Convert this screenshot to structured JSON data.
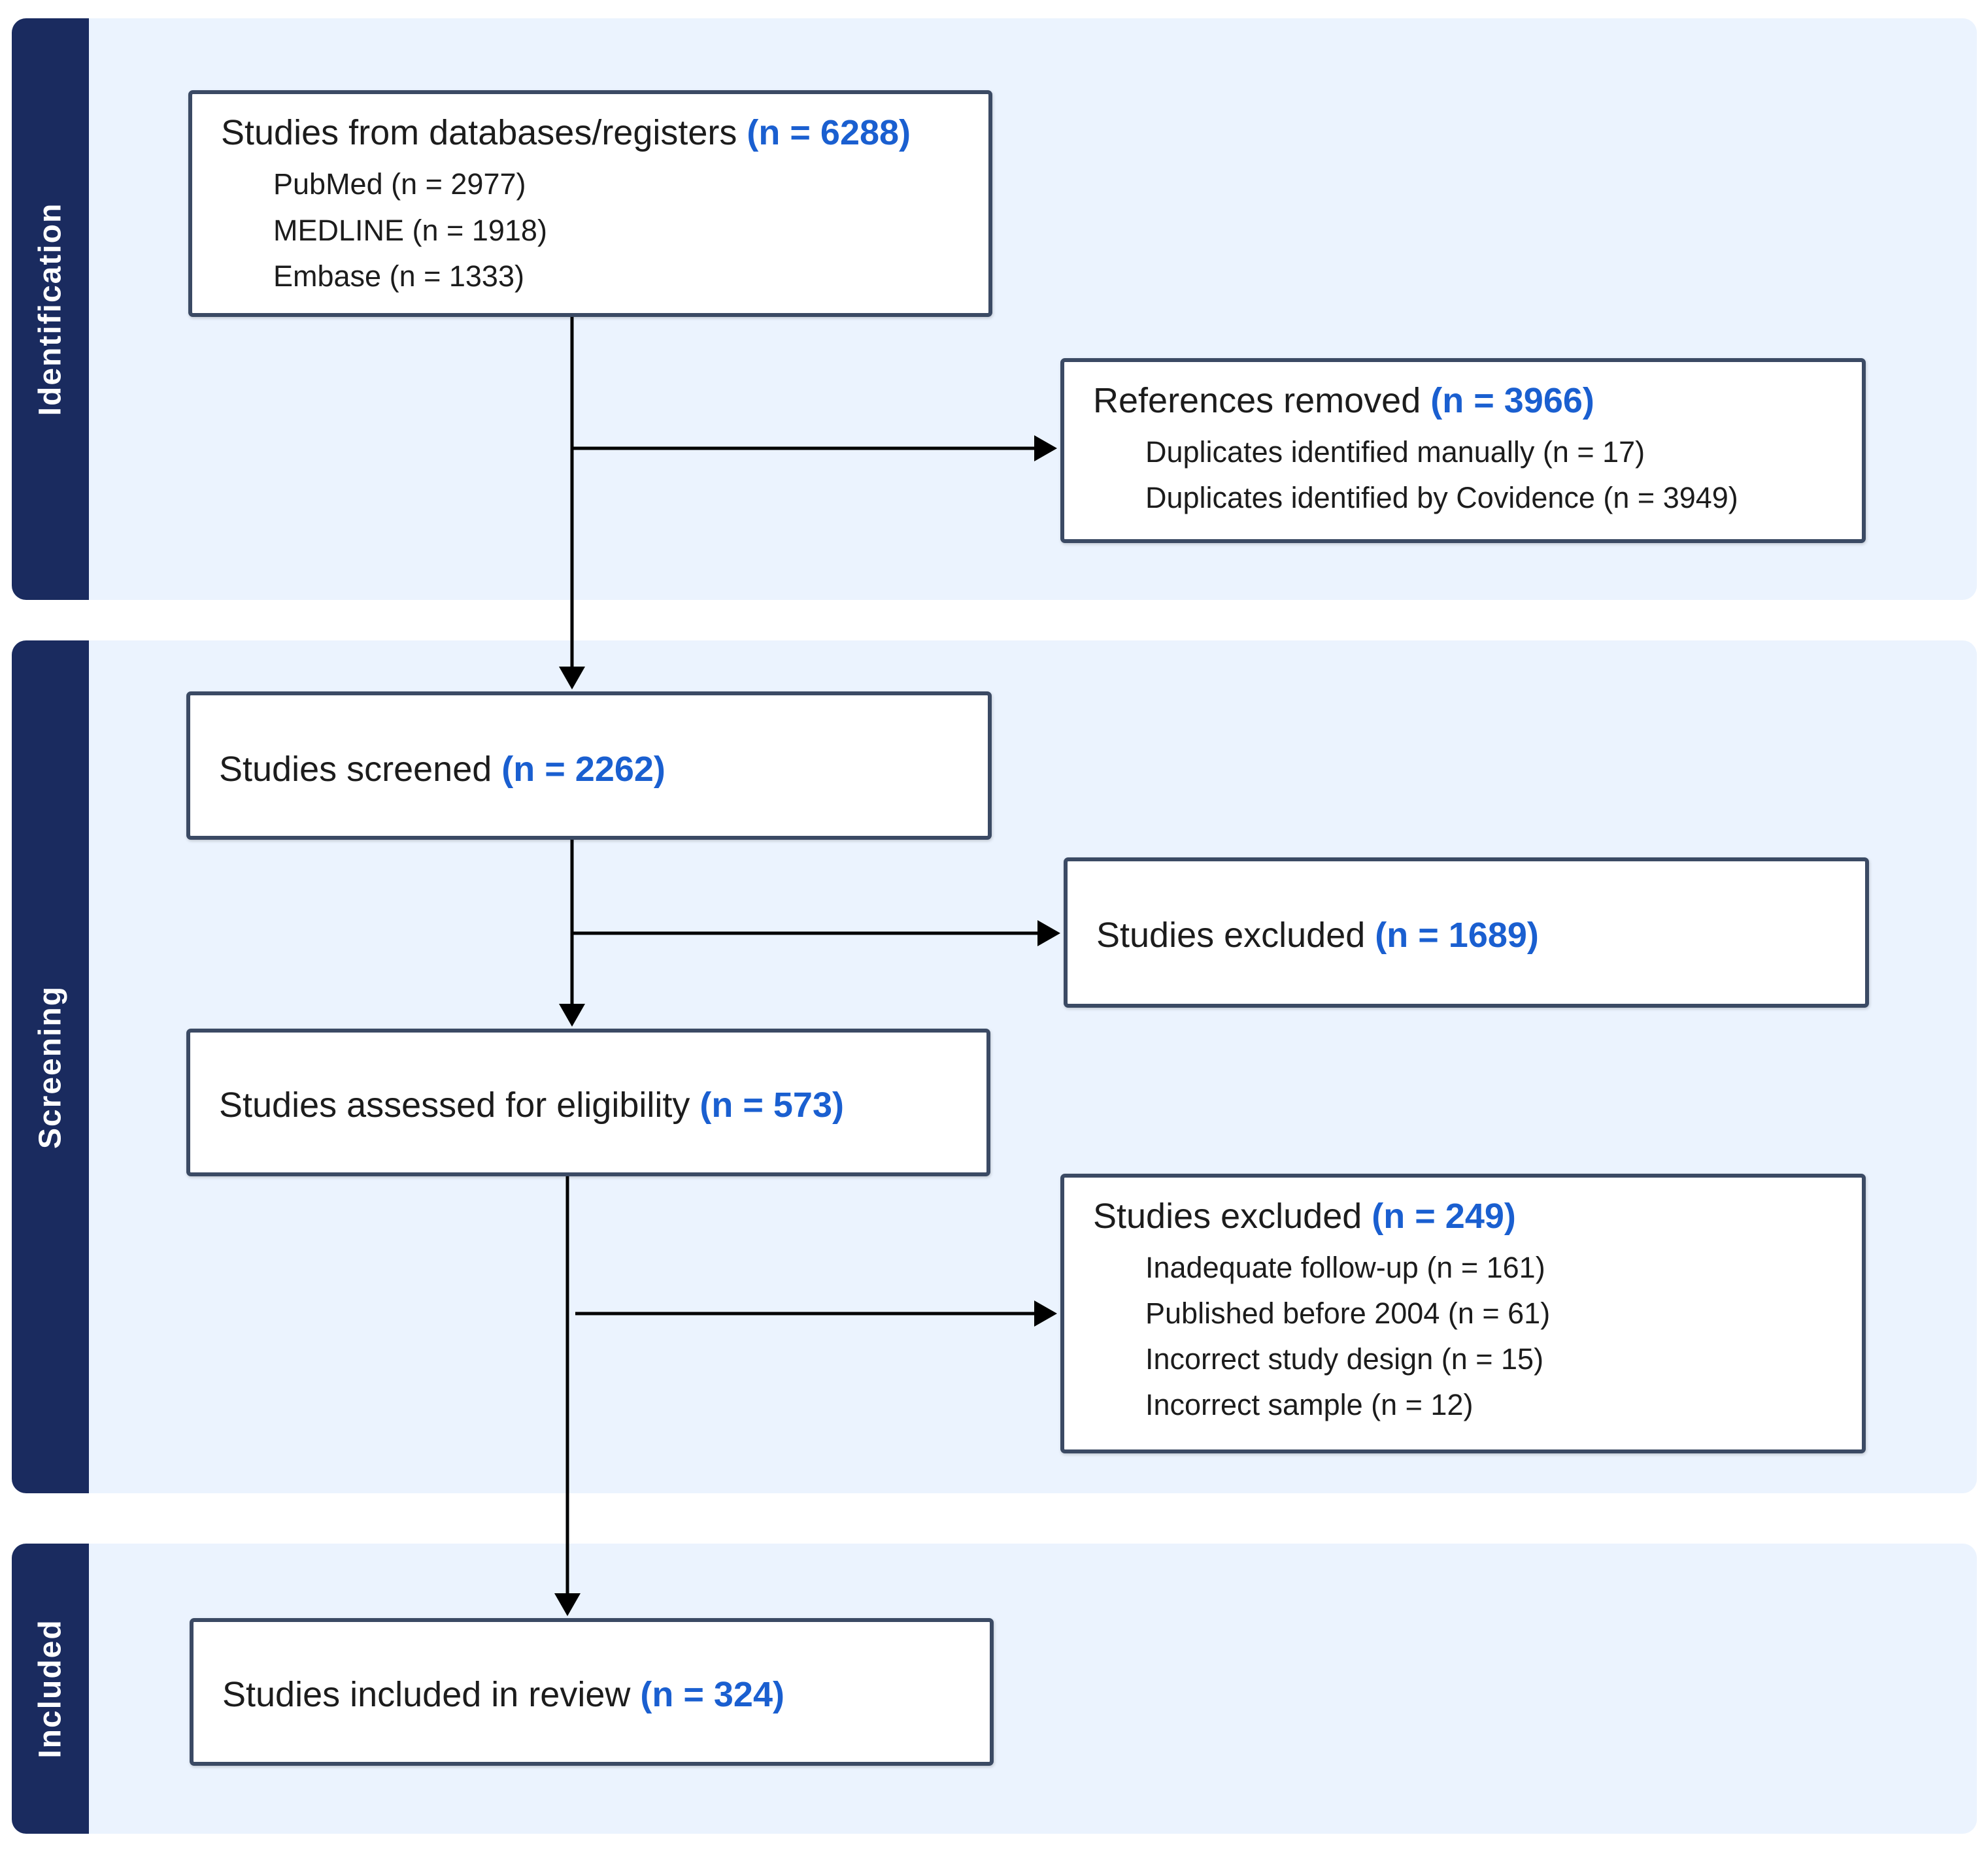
{
  "colors": {
    "band_background": "#ebf3fe",
    "tab": "#1a2b5f",
    "box_border": "#3b4a64",
    "count_text": "#1a5fd0",
    "arrow": "#000000"
  },
  "phases": [
    {
      "label": "Identification"
    },
    {
      "label": "Screening"
    },
    {
      "label": "Included"
    }
  ],
  "boxes": {
    "identified": {
      "title": "Studies from databases/registers",
      "count": "(n = 6288)",
      "lines": [
        "PubMed (n = 2977)",
        "MEDLINE (n = 1918)",
        "Embase (n = 1333)"
      ]
    },
    "removed": {
      "title": "References removed",
      "count": "(n = 3966)",
      "lines": [
        "Duplicates identified manually (n = 17)",
        "Duplicates identified by Covidence (n = 3949)"
      ]
    },
    "screened": {
      "title": "Studies screened",
      "count": "(n = 2262)"
    },
    "excluded_screening": {
      "title": "Studies excluded",
      "count": "(n = 1689)"
    },
    "eligibility": {
      "title": "Studies assessed for eligibility",
      "count": "(n = 573)"
    },
    "excluded_eligibility": {
      "title": "Studies excluded",
      "count": "(n = 249)",
      "lines": [
        "Inadequate follow-up (n = 161)",
        "Published before 2004 (n = 61)",
        "Incorrect study design (n = 15)",
        "Incorrect sample (n = 12)"
      ]
    },
    "included": {
      "title": "Studies included in review",
      "count": "(n = 324)"
    }
  }
}
